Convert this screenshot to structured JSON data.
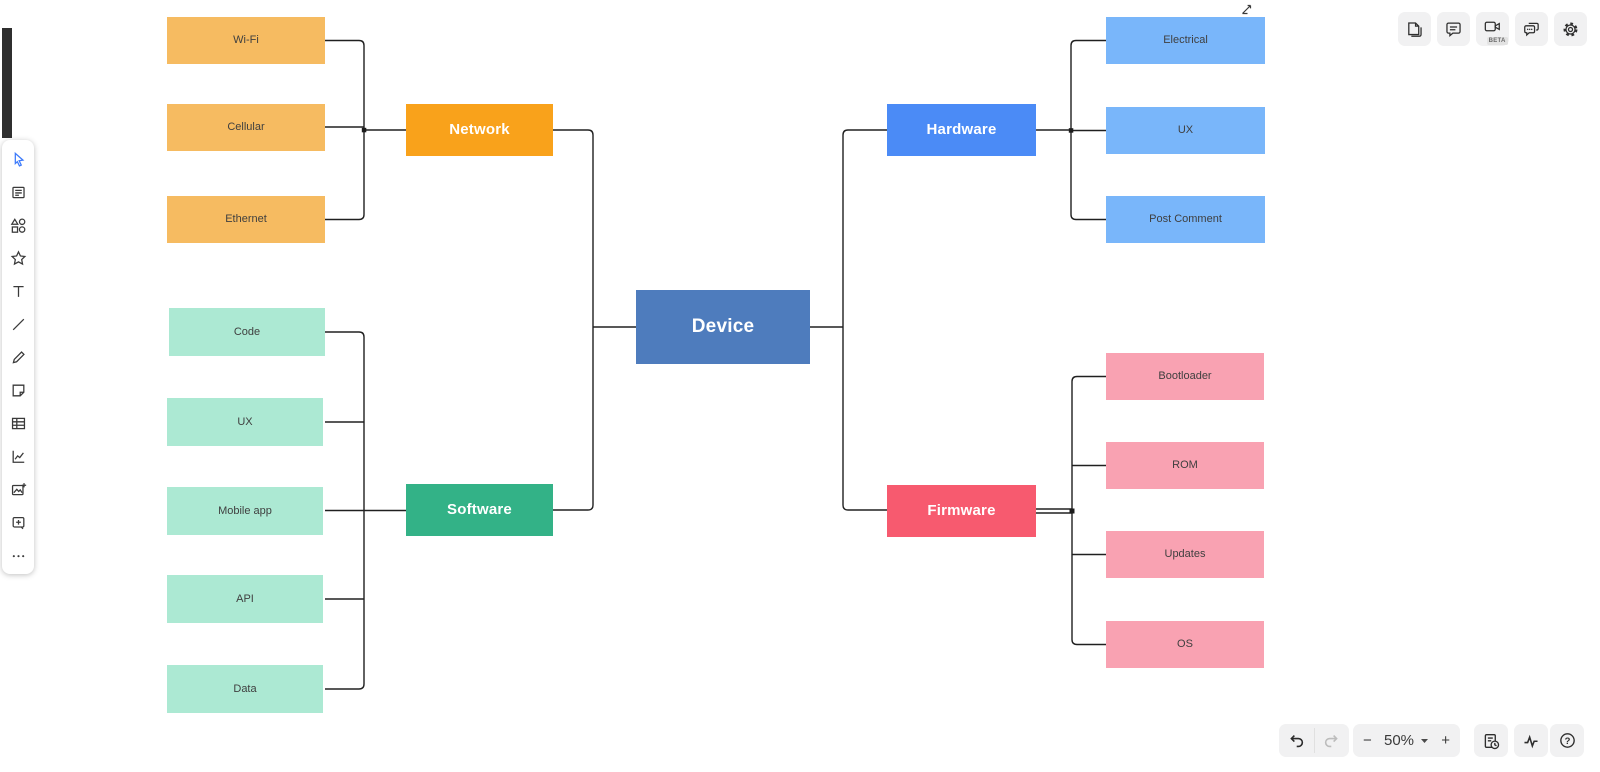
{
  "diagram": {
    "connector_color": "#202020",
    "junction_color": "#1c1c1c",
    "root": {
      "label": "Device",
      "color": "#4e7cbd"
    },
    "branches": [
      {
        "label": "Network",
        "color": "#f9a21b",
        "child_color": "#f6bb61",
        "children": [
          "Wi-Fi",
          "Cellular",
          "Ethernet"
        ]
      },
      {
        "label": "Software",
        "color": "#33b287",
        "child_color": "#ace9d3",
        "children": [
          "Code",
          "UX",
          "Mobile app",
          "API",
          "Data"
        ]
      },
      {
        "label": "Hardware",
        "color": "#4b8bf6",
        "child_color": "#79b6fa",
        "children": [
          "Electrical",
          "UX",
          "Post Comment"
        ]
      },
      {
        "label": "Firmware",
        "color": "#f75a6f",
        "child_color": "#f9a2b2",
        "children": [
          "Bootloader",
          "ROM",
          "Updates",
          "OS"
        ]
      }
    ]
  },
  "left_toolbar": {
    "tools": [
      "select",
      "notes",
      "shapes",
      "star",
      "text",
      "line",
      "pen",
      "sticky-note",
      "table",
      "chart",
      "insert-image",
      "insert-frame",
      "more-tools"
    ]
  },
  "top_right_toolbar": {
    "buttons": [
      "pages",
      "comment",
      "video-chat",
      "chat",
      "settings"
    ],
    "beta_badge": "BETA"
  },
  "bottom_right_controls": {
    "zoom_out_label": "−",
    "zoom_in_label": "+",
    "zoom_level": "50%",
    "help_glyph": "?"
  }
}
